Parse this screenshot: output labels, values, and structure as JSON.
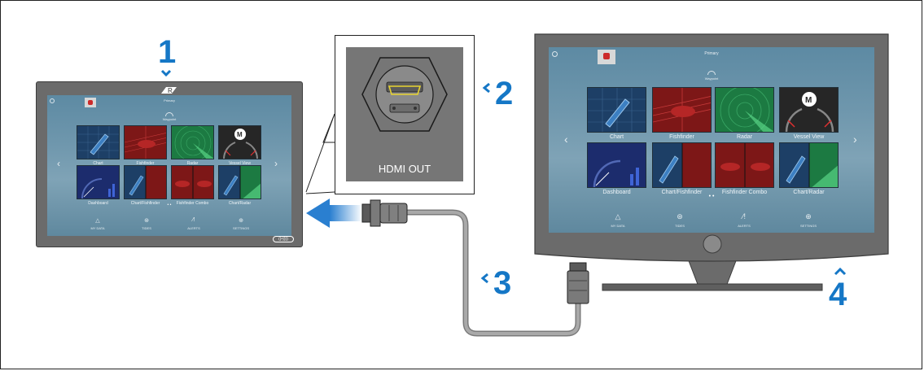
{
  "steps": {
    "one": "1",
    "two": "2",
    "three": "3",
    "four": "4"
  },
  "callout": {
    "label": "HDMI OUT"
  },
  "display_unit": {
    "brand_icon": "raymarine-logo-icon",
    "status_title": "Primary",
    "status_sub": "Waypoint",
    "dots": "• •",
    "tiles": [
      {
        "label": "Chart",
        "icon": "boat-chart-icon"
      },
      {
        "label": "Fishfinder",
        "icon": "fishfinder-icon"
      },
      {
        "label": "Radar",
        "icon": "radar-sweep-icon"
      },
      {
        "label": "Vessel View",
        "icon": "mercury-engine-icon"
      },
      {
        "label": "Dashboard",
        "icon": "gauge-icon"
      },
      {
        "label": "Chart/Fishfinder",
        "icon": "split-chart-fish-icon"
      },
      {
        "label": "Fishfinder Combo",
        "icon": "split-fish-fish-icon"
      },
      {
        "label": "Chart/Radar",
        "icon": "split-chart-radar-icon"
      }
    ],
    "dock": [
      {
        "label": "MY DATA",
        "icon": "triangle-nodes-icon"
      },
      {
        "label": "TIDES",
        "icon": "wheel-icon"
      },
      {
        "label": "ALERTS",
        "icon": "alert-icon"
      },
      {
        "label": "SETTINGS",
        "icon": "globe-gear-icon"
      }
    ],
    "model_badge": "((•))))"
  },
  "monitor": {
    "status_title": "Primary",
    "status_sub": "Waypoint",
    "dots": "• •",
    "tiles": [
      {
        "label": "Chart"
      },
      {
        "label": "Fishfinder"
      },
      {
        "label": "Radar"
      },
      {
        "label": "Vessel View"
      },
      {
        "label": "Dashboard"
      },
      {
        "label": "Chart/Fishfinder"
      },
      {
        "label": "Fishfinder Combo"
      },
      {
        "label": "Chart/Radar"
      }
    ],
    "dock": [
      {
        "label": "MY DATA"
      },
      {
        "label": "TIDES"
      },
      {
        "label": "ALERTS"
      },
      {
        "label": "SETTINGS"
      }
    ]
  },
  "colors": {
    "accent_blue": "#1577c6",
    "device_gray": "#6b6b6b",
    "hdmi_yellow": "#e7d331"
  }
}
